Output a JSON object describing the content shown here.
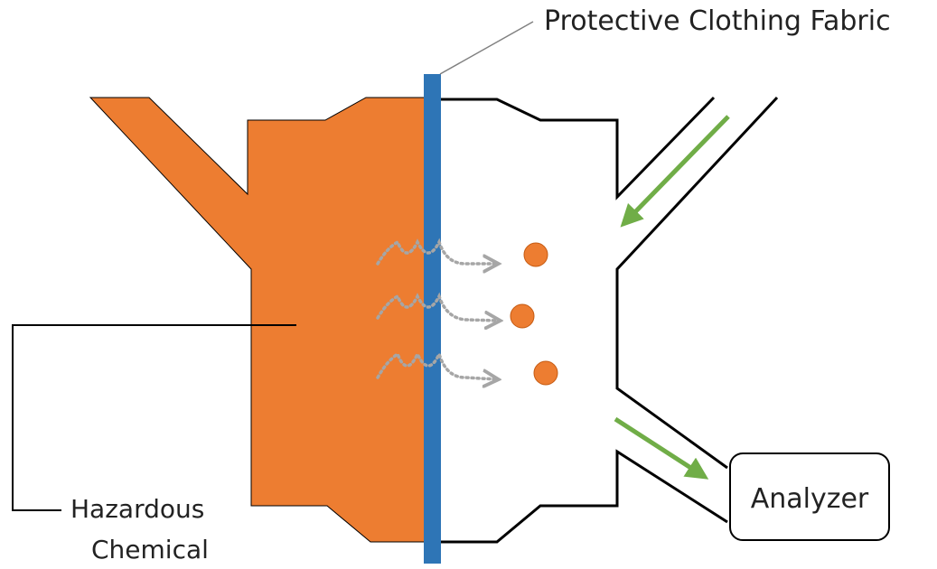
{
  "labels": {
    "fabric": "Protective Clothing Fabric",
    "chemical_line1": "Hazardous",
    "chemical_line2": "Chemical",
    "analyzer": "Analyzer"
  },
  "colors": {
    "chemical": "#ED7D31",
    "fabric": "#2E75B6",
    "flow_arrow": "#70AD47",
    "permeation_arrow": "#A6A6A6",
    "particle": "#ED7D31",
    "outline": "#000000"
  },
  "icons": {
    "flow_in": "green-arrow",
    "flow_out": "green-arrow",
    "permeation": "dotted-gray-arrow",
    "particle": "orange-dot"
  }
}
